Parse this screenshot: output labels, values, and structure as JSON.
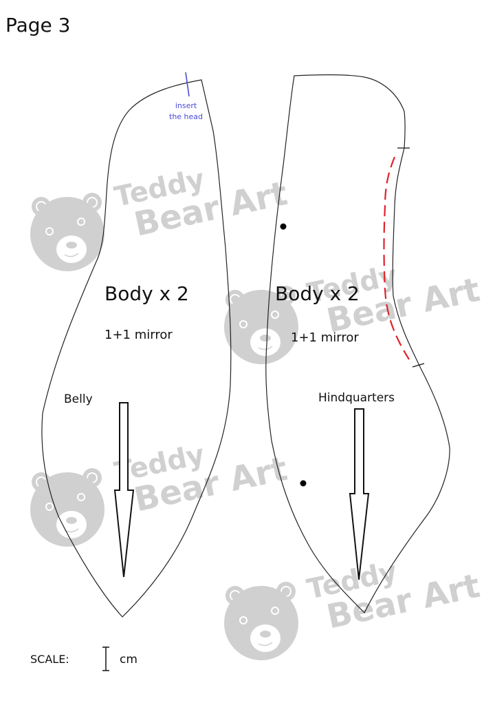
{
  "page": {
    "title": "Page 3",
    "background": "#ffffff"
  },
  "watermark": {
    "line1": "Teddy",
    "line2": "Bear Art",
    "color": "#d0d0d0"
  },
  "pieces": [
    {
      "name": "Body x 2",
      "instruction": "1+1 mirror",
      "region_label": "Belly",
      "note": {
        "line1": "insert",
        "line2": "the head",
        "color": "#4a4ad6"
      }
    },
    {
      "name": "Body x 2",
      "instruction": "1+1 mirror",
      "region_label": "Hindquarters",
      "opening_mark_color": "#e0202a"
    }
  ],
  "scale": {
    "label": "SCALE:",
    "unit": "cm"
  }
}
